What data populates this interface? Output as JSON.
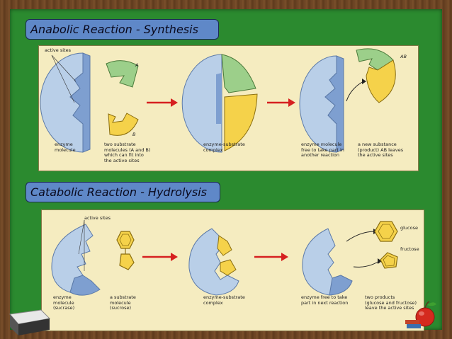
{
  "slide": {
    "anabolic_title": "Anabolic Reaction - Synthesis",
    "catabolic_title": "Catabolic Reaction - Hydrolysis"
  },
  "anabolic": {
    "active_sites": "active sites",
    "label_a": "A",
    "label_b": "B",
    "label_ab": "AB",
    "enzyme_molecule": [
      "enzyme",
      "molecule"
    ],
    "two_substrate": [
      "two substrate",
      "molecules (A and B)",
      "which can fit into",
      "the active sites"
    ],
    "complex": [
      "enzyme-substrate",
      "complex"
    ],
    "free": [
      "enzyme molecule",
      "free to take part in",
      "another reaction"
    ],
    "new_substance": [
      "a new substance",
      "(product) AB leaves",
      "the active sites"
    ]
  },
  "catabolic": {
    "active_sites": "active sites",
    "enzyme": [
      "enzyme",
      "molecule",
      "(sucrase)"
    ],
    "substrate": [
      "a substrate",
      "molecule",
      "(sucrose)"
    ],
    "complex": [
      "enzyme-substrate",
      "complex"
    ],
    "free": [
      "enzyme free to take",
      "part in next reaction"
    ],
    "products": [
      "two products",
      "(glucose and fructose)",
      "leave the active sites"
    ],
    "glucose": "glucose",
    "fructose": "fructose"
  },
  "colors": {
    "enzyme_blue": "#b9cfe8",
    "substrate_green": "#9ccf8a",
    "substrate_yellow": "#f5d24a",
    "arrow_red": "#d62020"
  }
}
